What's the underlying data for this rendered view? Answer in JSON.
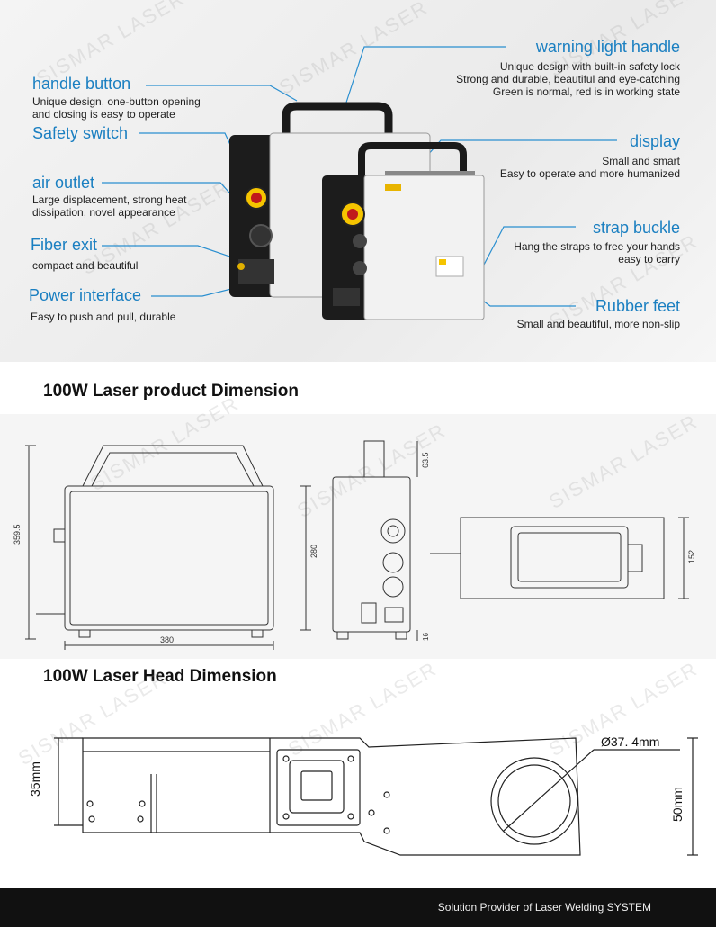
{
  "watermark": "SISMAR LASER",
  "features": {
    "handle_button": {
      "title": "handle button",
      "desc": [
        "Unique design, one-button opening",
        "and closing is easy to operate"
      ]
    },
    "safety_switch": {
      "title": "Safety switch"
    },
    "air_outlet": {
      "title": "air outlet",
      "desc": [
        "Large displacement, strong heat",
        "dissipation, novel appearance"
      ]
    },
    "fiber_exit": {
      "title": "Fiber exit",
      "desc": [
        "compact and beautiful"
      ]
    },
    "power_interface": {
      "title": "Power interface",
      "desc": [
        "Easy to push and pull, durable"
      ]
    },
    "warning_light_handle": {
      "title": "warning light handle",
      "desc": [
        "Unique design with built-in safety lock",
        "Strong and durable, beautiful and eye-catching",
        "Green is normal, red is in working state"
      ]
    },
    "display": {
      "title": "display",
      "desc": [
        "Small and smart",
        "Easy to operate and more humanized"
      ]
    },
    "strap_buckle": {
      "title": "strap buckle",
      "desc": [
        "Hang the straps to free your hands",
        "easy to carry"
      ]
    },
    "rubber_feet": {
      "title": "Rubber feet",
      "desc": [
        "Small and beautiful, more non-slip"
      ]
    }
  },
  "product_dimension": {
    "heading": "100W Laser product Dimension",
    "dims": {
      "height": "359.5",
      "width": "380",
      "body_height": "280",
      "handle_height": "63.5",
      "foot": "16",
      "depth": "152"
    }
  },
  "head_dimension": {
    "heading": "100W Laser Head Dimension",
    "dims": {
      "height": "35mm",
      "diameter": "Ø37. 4mm",
      "width": "50mm"
    }
  },
  "footer": {
    "text": "Solution Provider of Laser Welding SYSTEM"
  }
}
